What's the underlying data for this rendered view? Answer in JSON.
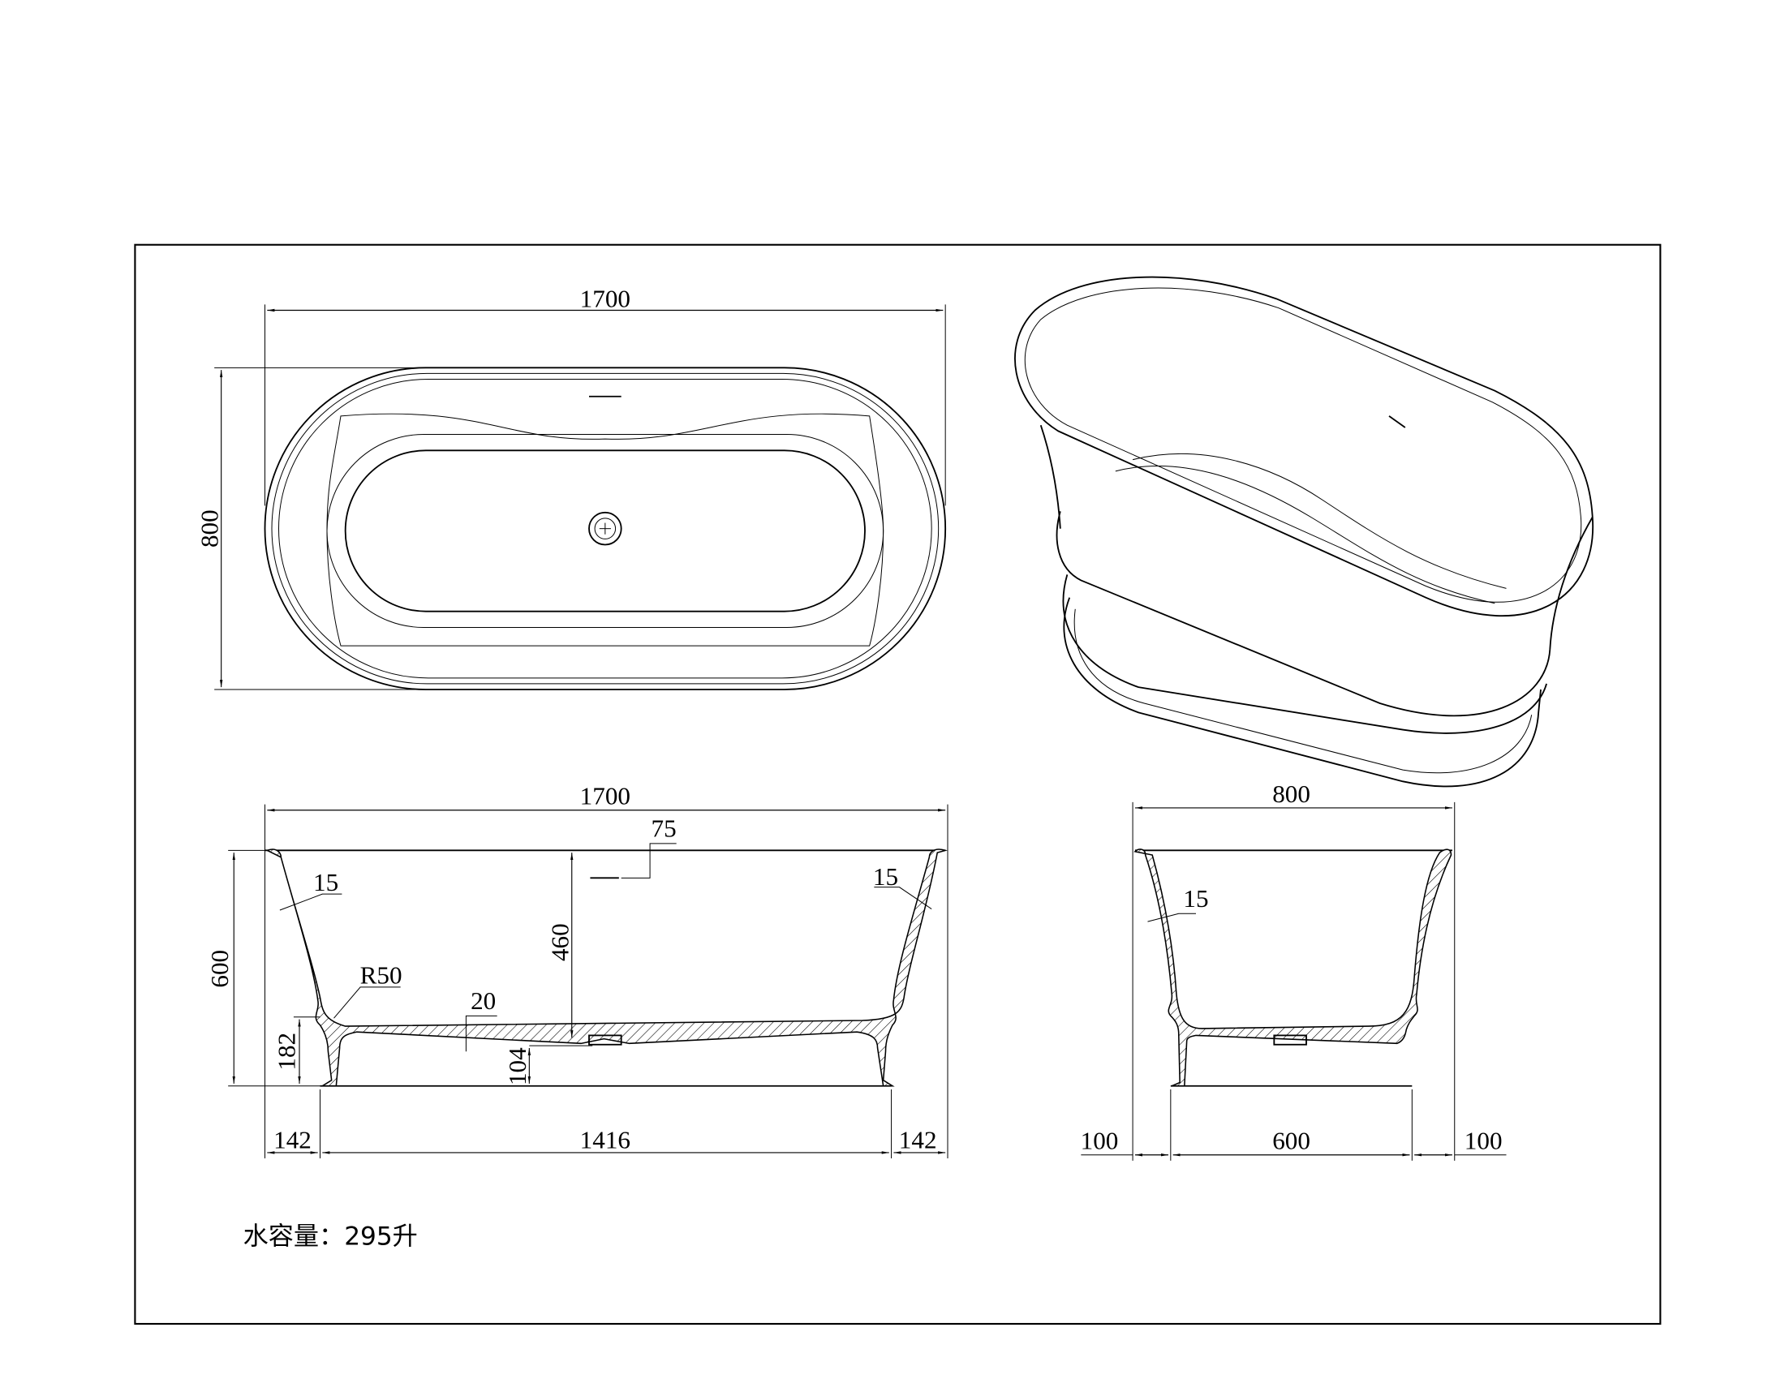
{
  "drawing": {
    "top_view": {
      "length": "1700",
      "width": "800"
    },
    "side_section": {
      "length": "1700",
      "overflow_offset": "75",
      "wall_left": "15",
      "wall_right": "15",
      "height": "600",
      "depth": "460",
      "radius": "R50",
      "floor_thickness": "20",
      "plinth_height": "182",
      "drain_clearance": "104",
      "left_offset": "142",
      "base_length": "1416",
      "right_offset": "142"
    },
    "end_section": {
      "width": "800",
      "wall": "15",
      "left_offset": "100",
      "base_width": "600",
      "right_offset": "100"
    },
    "capacity_note": "水容量：295升"
  }
}
